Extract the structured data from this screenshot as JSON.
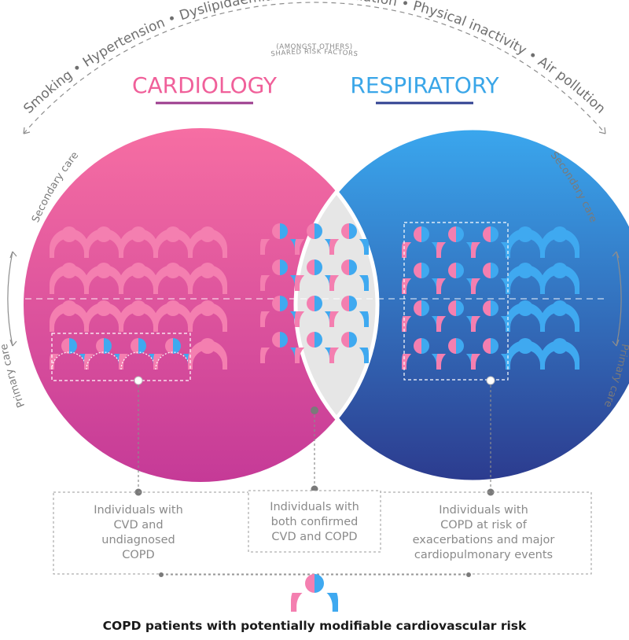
{
  "risk_factors": {
    "arc_text": "Smoking • Hypertension • Dyslipidaemia • Atrial fibrillation • Physical inactivity • Air pollution",
    "caption_line1": "SHARED RISK FACTORS",
    "caption_line2": "(AMONGST OTHERS)"
  },
  "cardiology": {
    "title": "CARDIOLOGY",
    "color": "#f0609a",
    "circle_top": "#f66ea3",
    "circle_bottom": "#c53a97"
  },
  "respiratory": {
    "title": "RESPIRATORY",
    "color": "#3aa6e8",
    "circle_top": "#3aa7ee",
    "circle_bottom": "#2c3b8e"
  },
  "overlap_color": "#e6e6e6",
  "care_levels": {
    "left_top": "Secondary care",
    "left_bottom": "Primary care",
    "right_top": "Secondary care",
    "right_bottom": "Primary care"
  },
  "groups": {
    "left": {
      "lines": [
        "Individuals with",
        "CVD and",
        "undiagnosed",
        "COPD"
      ]
    },
    "middle": {
      "lines": [
        "Individuals with",
        "both confirmed",
        "CVD and COPD"
      ]
    },
    "right": {
      "lines": [
        "Individuals with",
        "COPD at risk of",
        "exacerbations and major",
        "cardiopulmonary events"
      ]
    }
  },
  "icons": {
    "pink_person": "person-icon-pink",
    "blue_person": "person-icon-blue",
    "split_person": "person-icon-pink-blue",
    "person_pink": "#f47fb0",
    "person_blue": "#3fa9f0"
  },
  "footer": "COPD patients with potentially modifiable cardiovascular risk"
}
